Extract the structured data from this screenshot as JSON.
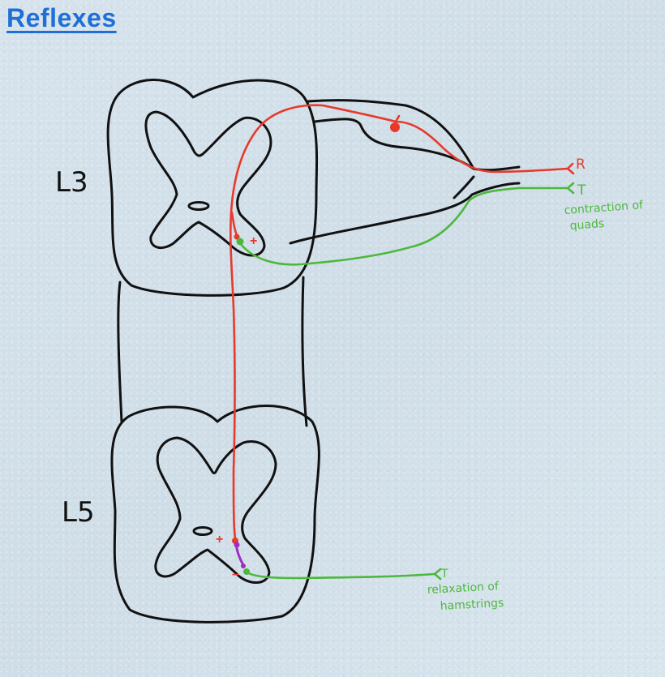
{
  "title": "Reflexes",
  "segments": {
    "upper": "L3",
    "lower": "L5"
  },
  "pathway_labels": {
    "receptor": "R",
    "quad_target": "T",
    "hamstring_target": "T"
  },
  "annotations": {
    "quads_line1": "contraction of",
    "quads_line2": "quads",
    "hamstrings_line1": "relaxation of",
    "hamstrings_line2": "hamstrings"
  },
  "synapse_signs": {
    "l3_excitatory": "+",
    "l5_excitatory": "+",
    "l5_inhibitory": "−"
  },
  "colors": {
    "title": "#1f6fd6",
    "outline": "#111111",
    "sensory": "#e8392c",
    "motor": "#4cb83c",
    "interneuron": "#9b2fc4"
  }
}
